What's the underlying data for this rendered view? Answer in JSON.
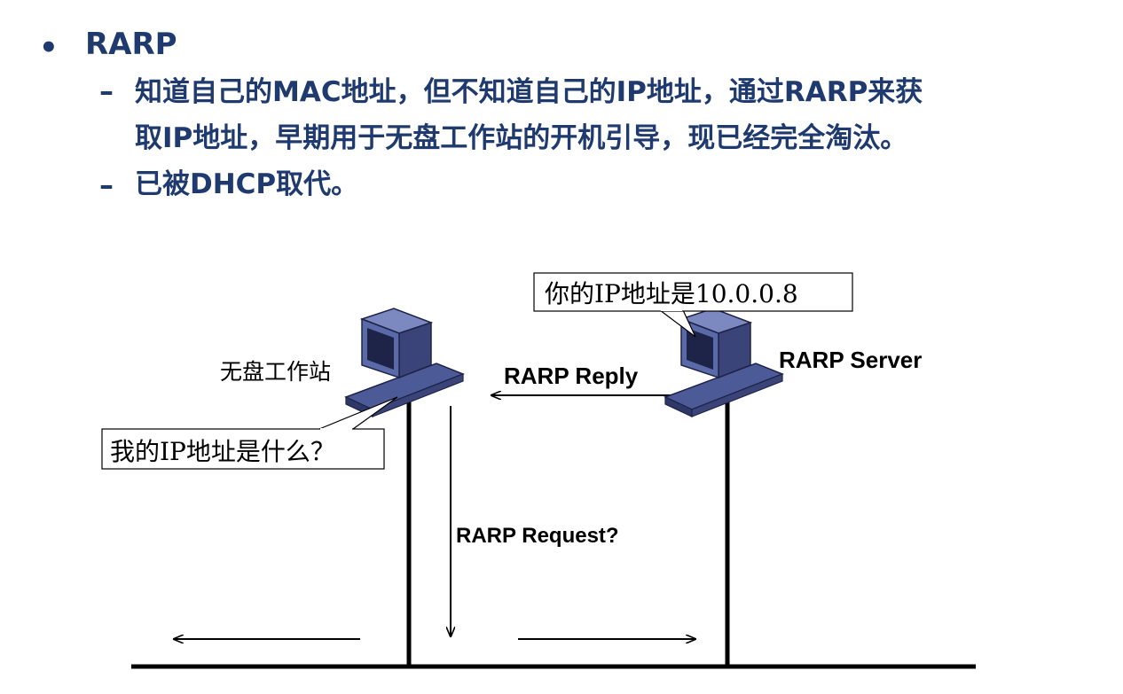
{
  "bullets": {
    "main": "RARP",
    "sub1_line1": "知道自己的MAC地址，但不知道自己的IP地址，通过RARP来获",
    "sub1_line2": "取IP地址，早期用于无盘工作站的开机引导，现已经完全淘汰。",
    "sub2": "已被DHCP取代。"
  },
  "diagram": {
    "workstation_label": "无盘工作站",
    "workstation_callout": "我的IP地址是什么？",
    "server_label": "RARP Server",
    "server_callout": "你的IP地址是10.0.0.8",
    "reply_label": "RARP Reply",
    "request_label": "RARP Request?"
  },
  "colors": {
    "bullet_text": "#1F3A6E",
    "computer_body": "#5A6AA8",
    "computer_dark": "#3A4478",
    "line": "#000000"
  }
}
